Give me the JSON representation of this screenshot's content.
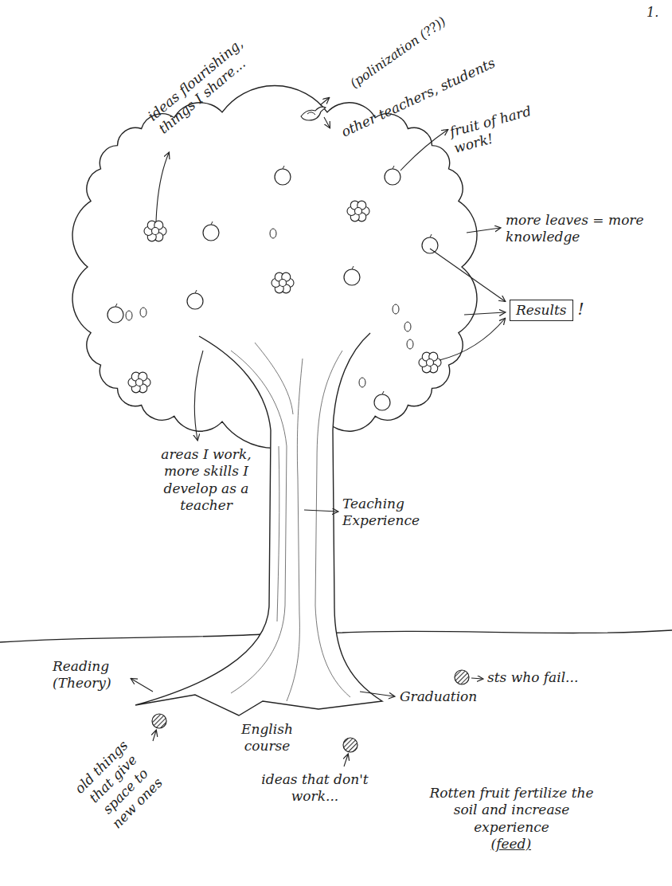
{
  "diagram": {
    "nodes": [
      {
        "text": [
          "Results"
        ]
      }
    ],
    "labels": [
      "1.",
      "ideas flourishing, things I share...",
      "(polinization (??))",
      "other teachers, students",
      "fruit of hard work!",
      "more leaves = more knowledge",
      "!",
      "areas I work, more skills I develop as a teacher",
      "Teaching Experience",
      "Reading (Theory)",
      "Graduation",
      "English course",
      "sts who fail...",
      "old things that give space to new ones",
      "ideas that don't work...",
      "Rotten fruit fertilize the soil and increase experience",
      "(feed)"
    ]
  }
}
